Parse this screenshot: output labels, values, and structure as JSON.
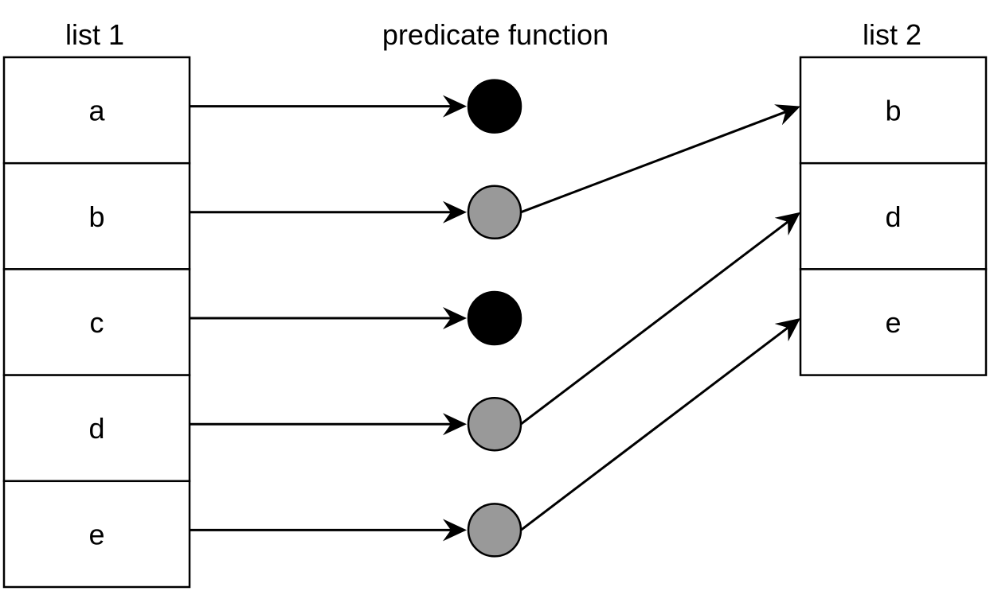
{
  "colors": {
    "stroke": "#000000",
    "rejected": "#000000",
    "accepted": "#999999",
    "background": "#ffffff"
  },
  "list1": {
    "title": "list 1",
    "items": [
      "a",
      "b",
      "c",
      "d",
      "e"
    ]
  },
  "predicate": {
    "title": "predicate function",
    "results": [
      "rejected",
      "accepted",
      "rejected",
      "accepted",
      "accepted"
    ]
  },
  "list2": {
    "title": "list 2",
    "items": [
      "b",
      "d",
      "e"
    ]
  }
}
